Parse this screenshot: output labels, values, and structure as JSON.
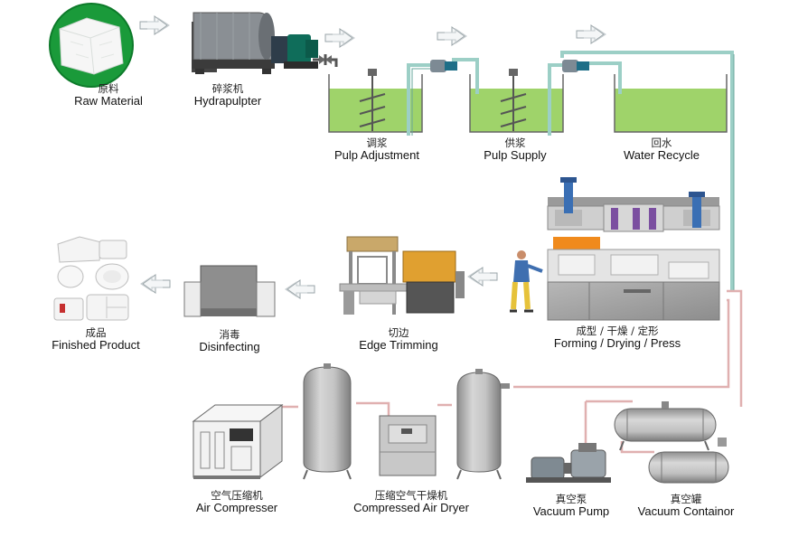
{
  "labels": {
    "raw_material": {
      "cn": "原料",
      "en": "Raw Material"
    },
    "hydrapulpter": {
      "cn": "碎浆机",
      "en": "Hydrapulpter"
    },
    "pulp_adjustment": {
      "cn": "调浆",
      "en": "Pulp Adjustment"
    },
    "pulp_supply": {
      "cn": "供浆",
      "en": "Pulp Supply"
    },
    "water_recycle": {
      "cn": "回水",
      "en": "Water Recycle"
    },
    "forming": {
      "cn": "成型 / 干燥 / 定形",
      "en": "Forming / Drying / Press"
    },
    "edge_trimming": {
      "cn": "切边",
      "en": "Edge Trimming"
    },
    "disinfecting": {
      "cn": "消毒",
      "en": "Disinfecting"
    },
    "finished_product": {
      "cn": "成品",
      "en": "Finished Product"
    },
    "air_compresser": {
      "cn": "空气压缩机",
      "en": "Air Compresser"
    },
    "compressed_air_dryer": {
      "cn": "压缩空气干燥机",
      "en": "Compressed Air Dryer"
    },
    "vacuum_pump": {
      "cn": "真空泵",
      "en": "Vacuum Pump"
    },
    "vacuum_container": {
      "cn": "真空罐",
      "en": "Vacuum Containor"
    }
  },
  "colors": {
    "pulp_green": "#9fd36a",
    "pipe_teal": "#9ccfc6",
    "pipe_pink": "#e0b0b0",
    "orange": "#f08a1c",
    "machine_gray": "#a8a8a8",
    "arrow_outline": "#9aa4a8"
  }
}
